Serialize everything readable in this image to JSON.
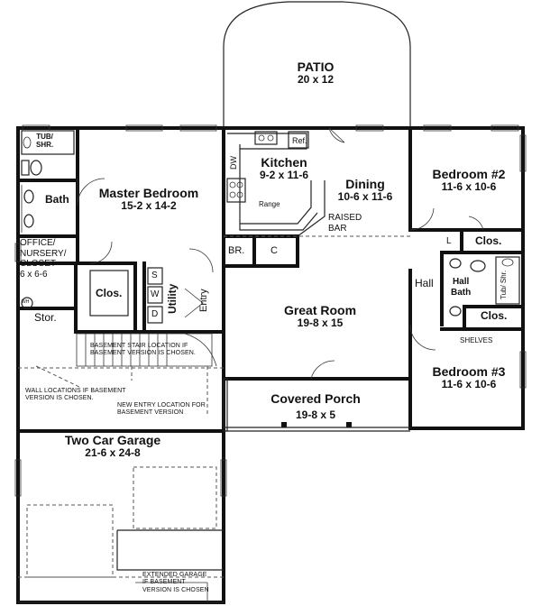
{
  "rooms": {
    "patio": {
      "name": "PATIO",
      "dim": "20 x 12"
    },
    "kitchen": {
      "name": "Kitchen",
      "dim": "9-2 x 11-6"
    },
    "dining": {
      "name": "Dining",
      "dim": "10-6 x 11-6"
    },
    "bedroom2": {
      "name": "Bedroom #2",
      "dim": "11-6 x 10-6"
    },
    "master": {
      "name": "Master Bedroom",
      "dim": "15-2 x 14-2"
    },
    "great_room": {
      "name": "Great Room",
      "dim": "19-8 x 15"
    },
    "bedroom3": {
      "name": "Bedroom #3",
      "dim": "11-6 x 10-6"
    },
    "porch": {
      "name": "Covered Porch",
      "dim": "19-8 x 5"
    },
    "garage": {
      "name": "Two Car Garage",
      "dim": "21-6 x 24-8"
    },
    "office": {
      "lines": [
        "OFFICE/",
        "NURSERY/",
        "CLOSET"
      ],
      "dim": "6 x 6-6"
    }
  },
  "labels": {
    "tub_shr": "TUB/\nSHR.",
    "bath": "Bath",
    "clos_master": "Clos.",
    "utility": "Utility",
    "entry": "Entry",
    "stor": "Stor.",
    "br": "BR.",
    "c": "C",
    "s": "S",
    "w": "W",
    "d": "D",
    "l": "L",
    "clos_bed2": "Clos.",
    "clos_hall": "Clos.",
    "hall": "Hall",
    "hall_bath": "Hall\nBath",
    "tub_shr_v": "Tub/ Shr.",
    "ref": "Ref.",
    "dw": "DW",
    "range": "Range",
    "raised_bar": "RAISED\nBAR",
    "shelves": "SHELVES",
    "wh": "WH"
  },
  "notes": {
    "basement_stair": "BASEMENT STAIR LOCATION IF\nBASEMENT VERSION IS CHOSEN.",
    "wall_locations": "WALL LOCATIONS IF BASEMENT\nVERSION IS CHOSEN.",
    "new_entry": "NEW ENTRY LOCATION FOR\nBASEMENT VERSION",
    "extended_garage": "EXTENDED GARAGE\nIF BASEMENT\nVERSION IS CHOSEN"
  }
}
